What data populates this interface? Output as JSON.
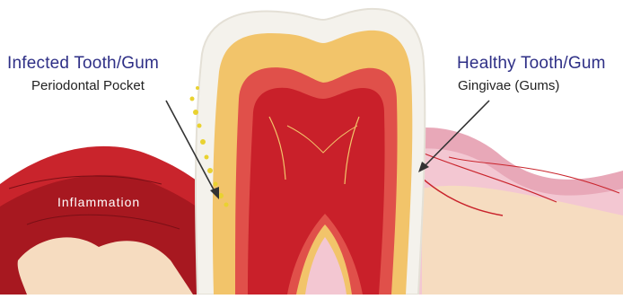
{
  "labels": {
    "infected_title": "Infected Tooth/Gum",
    "infected_sub": "Periodontal Pocket",
    "healthy_title": "Healthy Tooth/Gum",
    "healthy_sub": "Gingivae (Gums)",
    "inflammation": "Inflammation"
  },
  "colors": {
    "title_blue": "#2e2f86",
    "enamel": "#f4f2ec",
    "dentin": "#f2c46a",
    "pulp_outer": "#e0504a",
    "pulp_inner": "#c9202a",
    "inflamed_gum": "#c9242c",
    "healthy_gum": "#e8a8b8",
    "bone": "#f6dcc0",
    "tartar": "#e9d230"
  }
}
